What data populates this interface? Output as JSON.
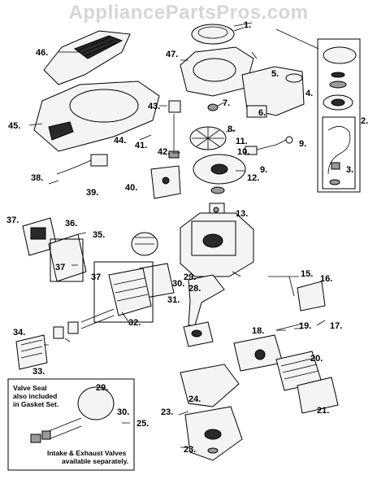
{
  "watermark": "AppliancePartsPros.com",
  "callouts": {
    "c1": "1.",
    "c2": "2.",
    "c3": "3.",
    "c4": "4.",
    "c5": "5.",
    "c6": "6.",
    "c7": "7.",
    "c8": "8.",
    "c9a": "9.",
    "c9b": "9.",
    "c10": "10.",
    "c11": "11.",
    "c12": "12.",
    "c13": "13.",
    "c15": "15.",
    "c16": "16.",
    "c17": "17.",
    "c18": "18.",
    "c19": "19.",
    "c20": "20.",
    "c21": "21.",
    "c23a": "23.",
    "c23b": "23.",
    "c24": "24.",
    "c25": "25.",
    "c28": "28.",
    "c29a": "29.",
    "c29b": "29.",
    "c30a": "30.",
    "c30b": "30.",
    "c31": "31.",
    "c32": "32.",
    "c33": "33.",
    "c34": "34.",
    "c35": "35.",
    "c36": "36.",
    "c37a": "37.",
    "c37b": "37",
    "c37c": "37",
    "c38": "38.",
    "c39": "39.",
    "c40": "40.",
    "c41": "41.",
    "c42": "42.",
    "c43": "43.",
    "c44": "44.",
    "c45": "45.",
    "c46": "46.",
    "c47": "47."
  },
  "inset_notes": {
    "valve_seal_line1": "Valve Seal",
    "valve_seal_line2": "also included",
    "valve_seal_line3": "in Gasket Set.",
    "valves_line1": "Intake & Exhaust Valves",
    "valves_line2": "available separately."
  }
}
